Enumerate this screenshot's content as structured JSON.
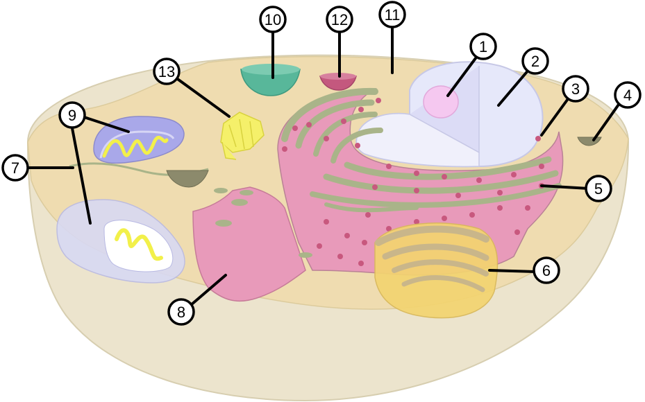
{
  "callouts": [
    {
      "id": "1",
      "label": "1"
    },
    {
      "id": "2",
      "label": "2"
    },
    {
      "id": "3",
      "label": "3"
    },
    {
      "id": "4",
      "label": "4"
    },
    {
      "id": "5",
      "label": "5"
    },
    {
      "id": "6",
      "label": "6"
    },
    {
      "id": "7",
      "label": "7"
    },
    {
      "id": "8",
      "label": "8"
    },
    {
      "id": "9",
      "label": "9"
    },
    {
      "id": "10",
      "label": "10"
    },
    {
      "id": "11",
      "label": "11"
    },
    {
      "id": "12",
      "label": "12"
    },
    {
      "id": "13",
      "label": "13"
    }
  ],
  "colors": {
    "cytoplasm": "#efdcb0",
    "cell_base": "#ece4cd",
    "nucleus": "#e6e8fa",
    "nucleolus": "#f5c8f0",
    "er_rough": "#e89aba",
    "er_ribosome": "#c8587e",
    "er_membrane": "#a9b489",
    "golgi": "#f3d470",
    "golgi_fold": "#c9b68a",
    "mitochondrion": "#a9a8e9",
    "mito_inner": "#f2f04a",
    "vesicle_teal": "#58b79a",
    "vesicle_pink": "#c4587e",
    "vacuole": "#8c8a6c",
    "centrosome": "#f5f06a"
  }
}
